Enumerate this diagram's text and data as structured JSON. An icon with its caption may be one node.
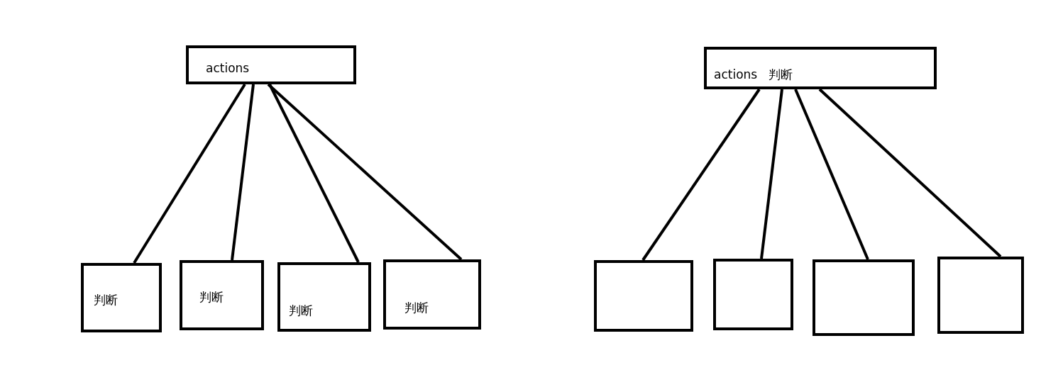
{
  "diagram": {
    "nodes": [
      {
        "text": [
          "actions"
        ]
      },
      {
        "text": [
          "判断"
        ]
      },
      {
        "text": [
          "判断"
        ]
      },
      {
        "text": [
          "判断"
        ]
      },
      {
        "text": [
          "判断"
        ]
      },
      {
        "text": [
          "actions 判断"
        ]
      },
      {
        "text": [],
        "shape": "box"
      },
      {
        "text": [],
        "shape": "box"
      },
      {
        "text": [],
        "shape": "box"
      },
      {
        "text": [],
        "shape": "box"
      }
    ],
    "edges": [
      {
        "from": 0,
        "to": 1,
        "arrow": "none"
      },
      {
        "from": 0,
        "to": 2,
        "arrow": "none"
      },
      {
        "from": 0,
        "to": 3,
        "arrow": "none"
      },
      {
        "from": 0,
        "to": 4,
        "arrow": "none"
      },
      {
        "from": 5,
        "to": 6,
        "arrow": "none"
      },
      {
        "from": 5,
        "to": 7,
        "arrow": "none"
      },
      {
        "from": 5,
        "to": 8,
        "arrow": "none"
      },
      {
        "from": 5,
        "to": 9,
        "arrow": "none"
      }
    ]
  }
}
